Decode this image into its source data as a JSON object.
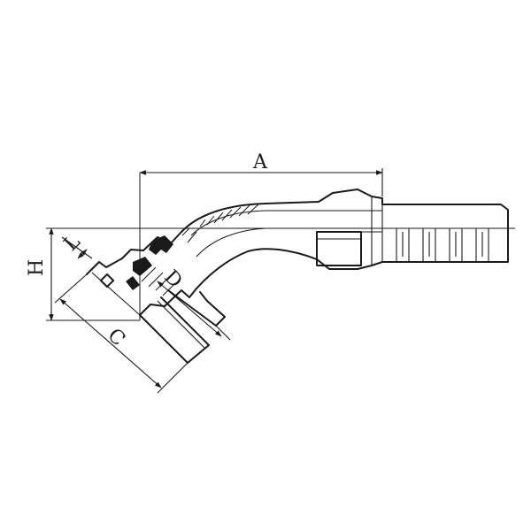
{
  "labels": {
    "a": "A",
    "h": "H",
    "l": "L",
    "c": "C",
    "d": "D"
  }
}
